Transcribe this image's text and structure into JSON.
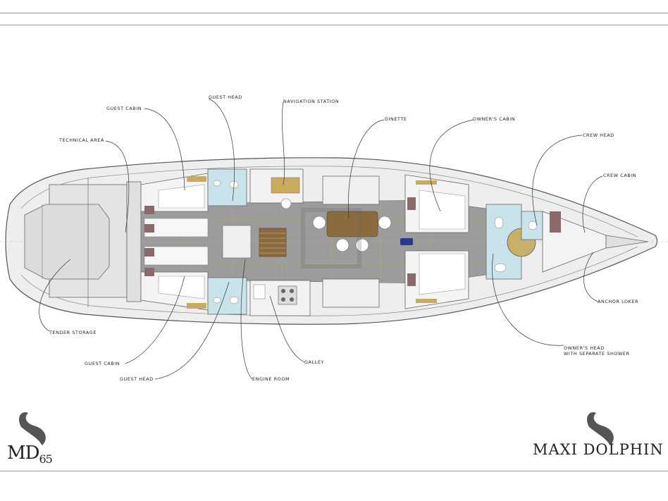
{
  "labels": {
    "guest_cabin_top": "GUEST CABIN",
    "guest_head_top": "GUEST HEAD",
    "navigation_station": "NAVIGATION STATION",
    "dinette": "DINETTE",
    "owners_cabin": "OWNER'S CABIN",
    "crew_head": "CREW HEAD",
    "crew_cabin": "CREW CABIN",
    "technical_area": "TECHNICAL AREA",
    "tender_storage": "TENDER STORAGE",
    "guest_cabin_bottom": "GUEST CABIN",
    "guest_head_bottom": "GUEST HEAD",
    "engine_room": "ENGINE ROOM",
    "galley": "GALLEY",
    "owners_head_line1": "OWNER'S HEAD",
    "owners_head_line2": "WITH SEPARATE SHOWER",
    "anchor_locker": "ANCHOR LOKER"
  },
  "brand": {
    "model_main": "MD",
    "model_sub": "65",
    "name": "MAXI DOLPHIN"
  },
  "colors": {
    "hull_fill": "#ececec",
    "hull_stroke": "#555555",
    "cabin_floor": "#9a9a9a",
    "accent_wood": "#c9ac5b",
    "bunk": "#f4f4f4",
    "table": "#8a6a3e",
    "head_tile": "#c9e3ea"
  }
}
